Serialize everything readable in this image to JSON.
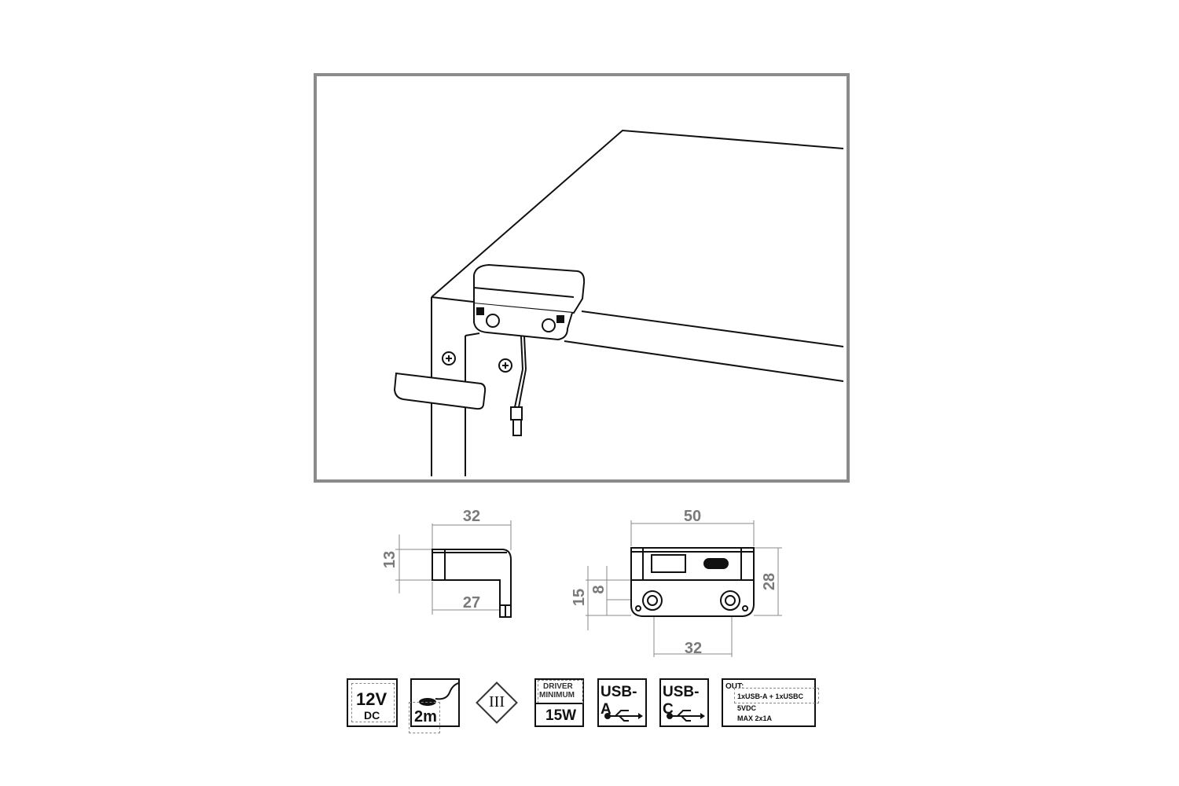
{
  "illustration": {
    "subject": "USB charger module mounted under table edge with cover plate and screws",
    "frame_color": "#8a8a8a"
  },
  "side_view": {
    "dimensions": {
      "width_top": "32",
      "height": "13",
      "width_bottom": "27"
    }
  },
  "front_view": {
    "dimensions": {
      "width": "50",
      "height": "28",
      "hole_spacing": "32",
      "offset_15": "15",
      "offset_8": "8"
    }
  },
  "spec_icons": [
    {
      "id": "voltage",
      "line1": "12V",
      "line2": "DC"
    },
    {
      "id": "cable",
      "label": "2m"
    },
    {
      "id": "class",
      "symbol": "III"
    },
    {
      "id": "driver",
      "line1": "DRIVER",
      "line2": "MINIMUM",
      "value": "15W"
    },
    {
      "id": "usb_a",
      "label": "USB-A",
      "symbol": "usb-icon"
    },
    {
      "id": "usb_c",
      "label": "USB-C",
      "symbol": "usb-icon"
    },
    {
      "id": "output",
      "title": "OUT:",
      "line1": "1xUSB-A + 1xUSBC",
      "line2": "5VDC",
      "line3": "MAX 2x1A"
    }
  ]
}
